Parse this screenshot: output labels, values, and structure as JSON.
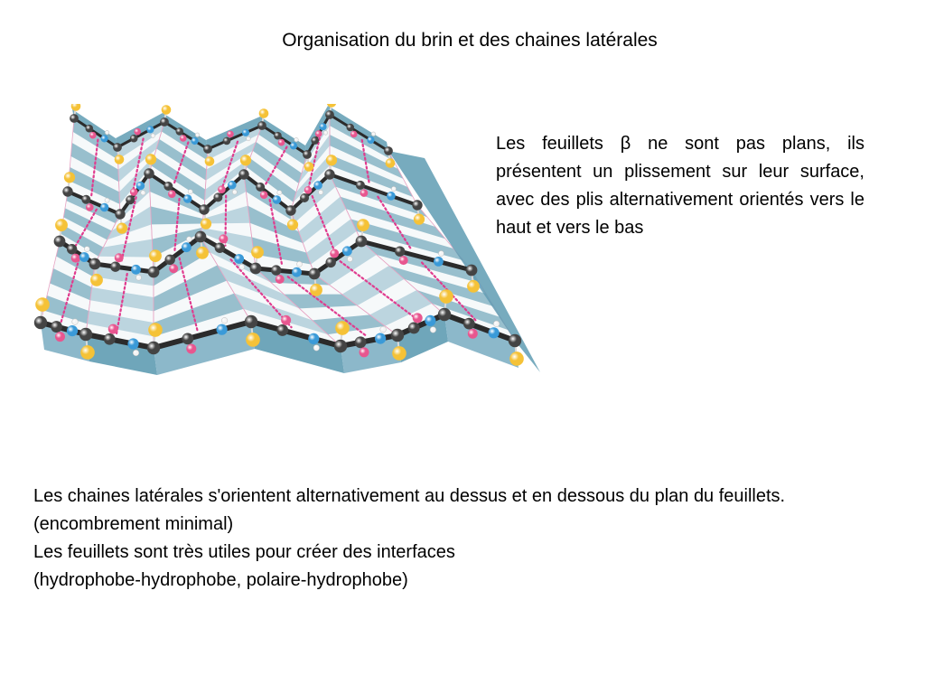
{
  "title": "Organisation du brin et des chaines latérales",
  "figure": {
    "sheet_color": "#5f9cb3",
    "sheet_light": "#e6eef2",
    "atom_colors": {
      "carbon": "#444444",
      "nitrogen": "#3a9ad8",
      "oxygen": "#e8568f",
      "side_chain": "#f5c237",
      "hydrogen": "#f4f4f4",
      "hbond": "#e03b8e"
    }
  },
  "text_right": "Les feuillets β ne sont pas plans, ils présentent un plissement sur leur surface, avec des plis alternativement orientés vers le haut et vers le bas",
  "text_bottom": [
    "Les chaines latérales s'orientent alternativement au dessus et en dessous du plan du feuillets. (encombrement minimal)",
    "Les feuillets sont très utiles pour créer des interfaces",
    "(hydrophobe-hydrophobe, polaire-hydrophobe)"
  ]
}
